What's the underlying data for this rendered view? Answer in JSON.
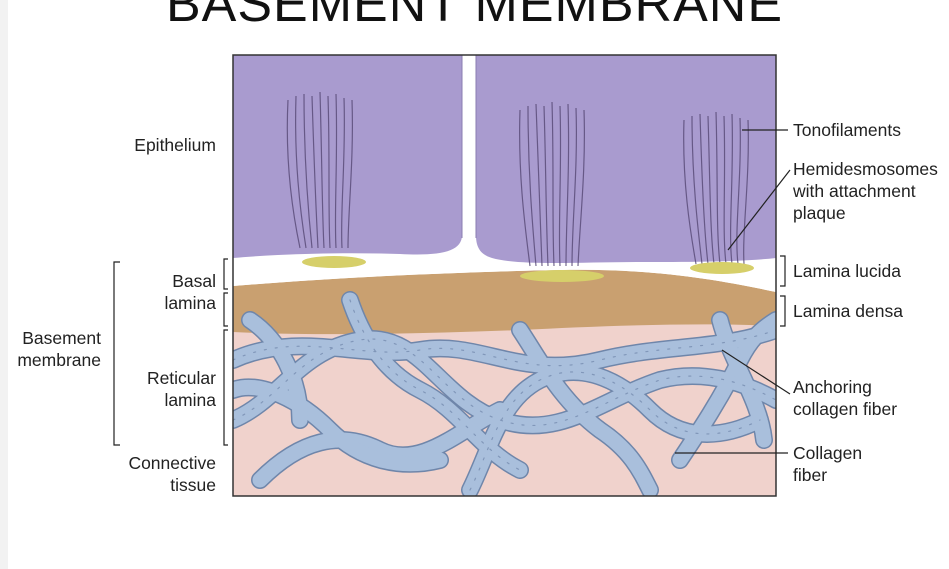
{
  "title": "BASEMENT MEMBRANE",
  "labels": {
    "epithelium": "Epithelium",
    "basal_lamina_1": "Basal",
    "basal_lamina_2": "lamina",
    "basement_membrane_1": "Basement",
    "basement_membrane_2": "membrane",
    "reticular_lamina_1": "Reticular",
    "reticular_lamina_2": "lamina",
    "connective_tissue_1": "Connective",
    "connective_tissue_2": "tissue",
    "tonofilaments": "Tonofilaments",
    "hemidesmosomes_1": "Hemidesmosomes",
    "hemidesmosomes_2": "with attachment",
    "hemidesmosomes_3": "plaque",
    "lamina_lucida": "Lamina lucida",
    "lamina_densa": "Lamina densa",
    "anchoring_fiber_1": "Anchoring",
    "anchoring_fiber_2": "collagen fiber",
    "collagen_fiber_1": "Collagen",
    "collagen_fiber_2": "fiber"
  },
  "colors": {
    "epithelium": "#a99bcf",
    "lamina_lucida": "#ffffff",
    "lamina_densa": "#c9a070",
    "connective_tissue": "#f0d2cc",
    "collagen": "#a9bfdc",
    "plaque": "#d6cf6a",
    "filament": "#5b4d7a"
  }
}
